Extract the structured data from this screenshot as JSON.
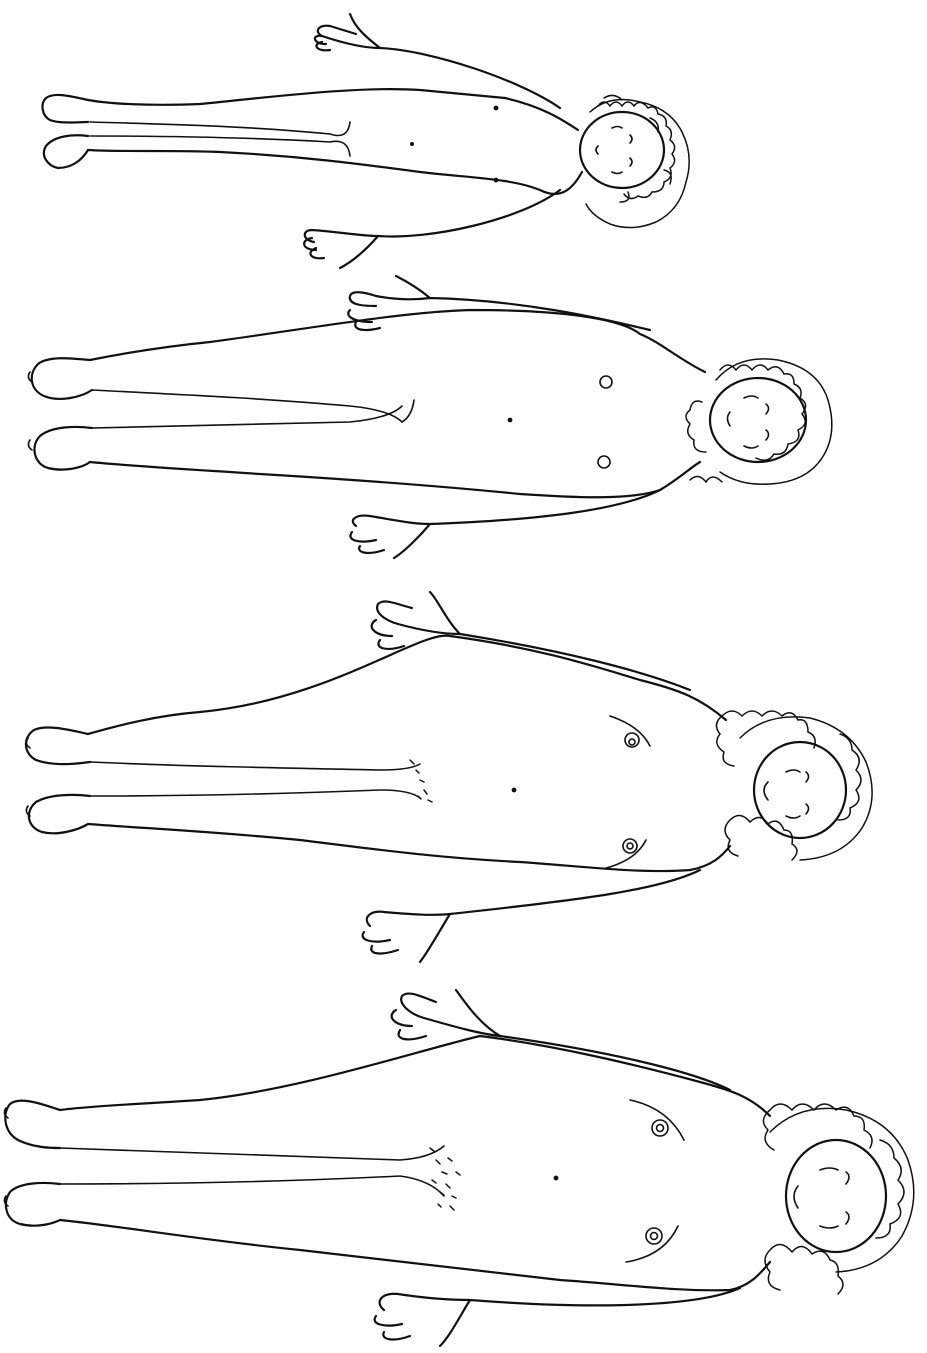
{
  "illustration": {
    "background": "#ffffff",
    "ink": "#111111",
    "figures": [
      {
        "id": "figure-1"
      },
      {
        "id": "figure-2"
      },
      {
        "id": "figure-3"
      },
      {
        "id": "figure-4"
      }
    ]
  }
}
